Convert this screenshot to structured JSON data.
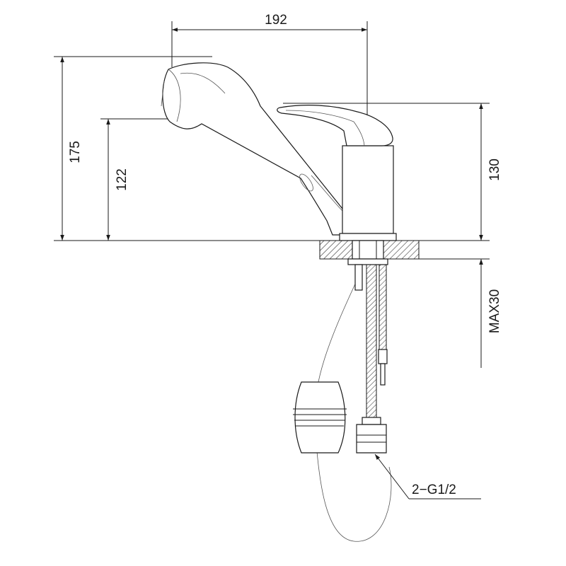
{
  "dimensions": {
    "width_192": "192",
    "height_175": "175",
    "height_122": "122",
    "height_130": "130",
    "max_30": "MAX30",
    "connection": "2−G1/2"
  },
  "colors": {
    "line": "#1a1a1a",
    "hatch": "#333333",
    "background": "#ffffff"
  }
}
